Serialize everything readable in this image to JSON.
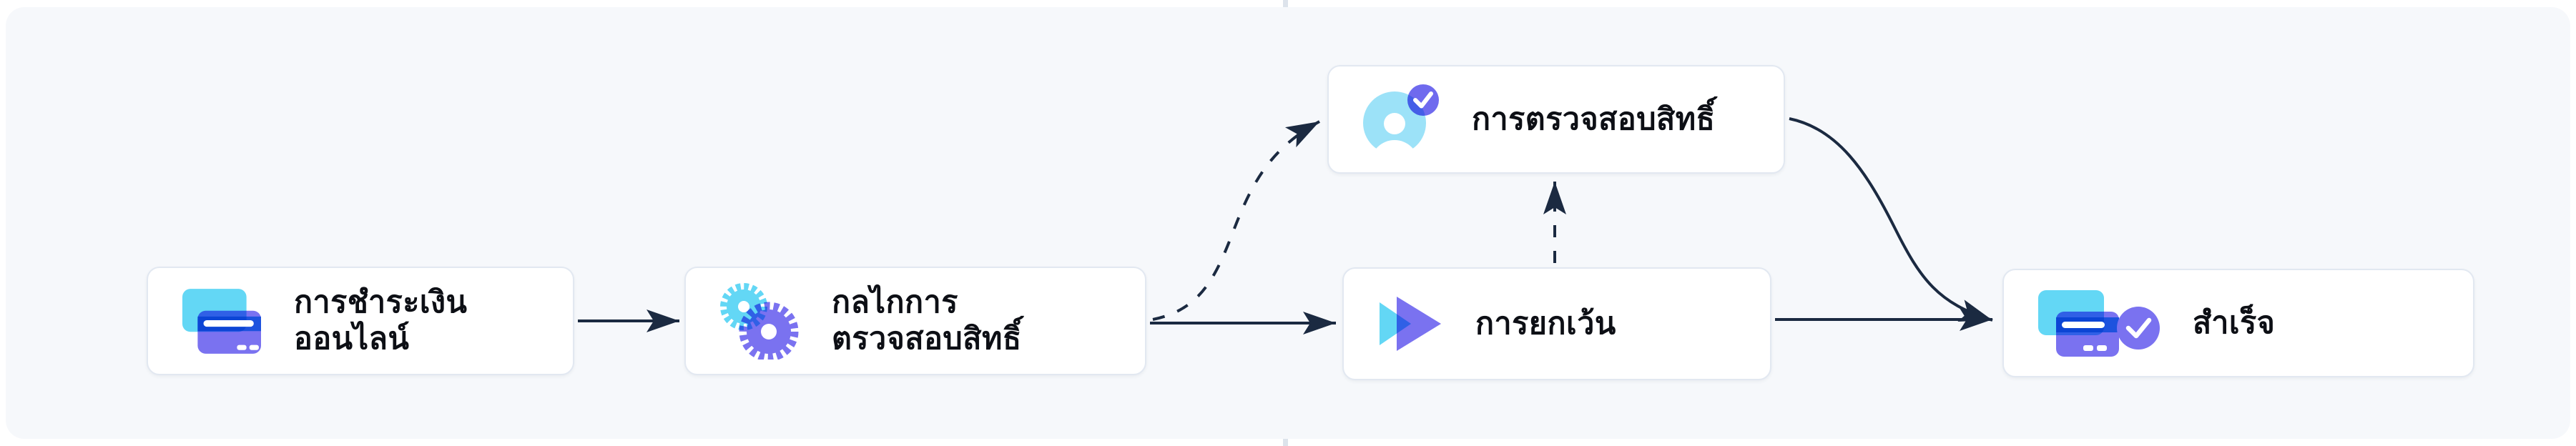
{
  "diagram": {
    "type": "flowchart",
    "direction": "left-to-right",
    "nodes": [
      {
        "id": "online-payment",
        "label": "การชำระเงิน\nออนไลน์",
        "icon": "credit-card-icon"
      },
      {
        "id": "auth-mechanism",
        "label": "กลไกการ\nตรวจสอบสิทธิ์",
        "icon": "gears-icon"
      },
      {
        "id": "auth-verification",
        "label": "การตรวจสอบสิทธิ์",
        "icon": "user-check-icon"
      },
      {
        "id": "exception",
        "label": "การยกเว้น",
        "icon": "forward-icon"
      },
      {
        "id": "success",
        "label": "สำเร็จ",
        "icon": "card-check-icon"
      }
    ],
    "edges": [
      {
        "from": "online-payment",
        "to": "auth-mechanism",
        "line": "solid",
        "arrow": "end"
      },
      {
        "from": "auth-mechanism",
        "to": "auth-verification",
        "line": "dashed",
        "arrow": "end"
      },
      {
        "from": "auth-mechanism",
        "to": "exception",
        "line": "solid",
        "arrow": "end"
      },
      {
        "from": "exception",
        "to": "auth-verification",
        "line": "dashed",
        "arrow": "end"
      },
      {
        "from": "auth-verification",
        "to": "success",
        "line": "solid",
        "arrow": "end"
      },
      {
        "from": "exception",
        "to": "success",
        "line": "solid",
        "arrow": "end"
      }
    ]
  },
  "theme": {
    "panel_bg": "#f6f8fb",
    "node_bg": "#ffffff",
    "node_border": "#e2e8f1",
    "edge_color": "#1b2a41",
    "text_color": "#0d0f15",
    "icon_cyan": "#63d7f5",
    "icon_cyan_light": "#9ce2f8",
    "icon_purple": "#7a72f0",
    "icon_purple_deep": "#6f6aee",
    "icon_blue": "#1d52de"
  }
}
